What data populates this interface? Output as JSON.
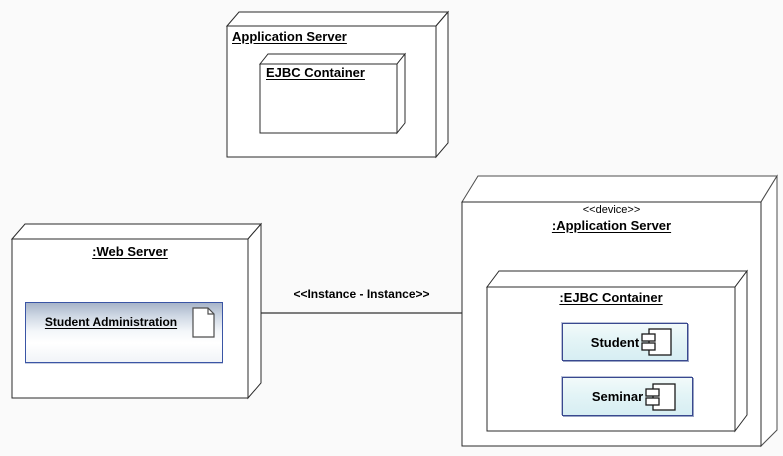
{
  "diagram": {
    "type": "uml-deployment-diagram",
    "background_color": "#fafafa",
    "edge_color": "#2b2b2b",
    "artifact_border_color": "#3a55a5",
    "component_border_color": "#39488f",
    "component_fill_top": "#f2fafa",
    "component_fill_bottom": "#d7eef3",
    "nodes": {
      "app_server_top": {
        "title": "Application Server"
      },
      "ejbc_top": {
        "title": "EJBC Container"
      },
      "web_server": {
        "title": ":Web Server"
      },
      "artifact": {
        "label": "Student Administration",
        "icon": "document-icon"
      },
      "app_server_right": {
        "stereotype": "<<device>>",
        "title": ":Application Server"
      },
      "ejbc_right": {
        "title": ":EJBC Container"
      },
      "components": [
        {
          "label": "Student",
          "icon": "component-icon"
        },
        {
          "label": "Seminar",
          "icon": "component-icon"
        }
      ]
    },
    "connector": {
      "label": "<<Instance - Instance>>"
    }
  }
}
